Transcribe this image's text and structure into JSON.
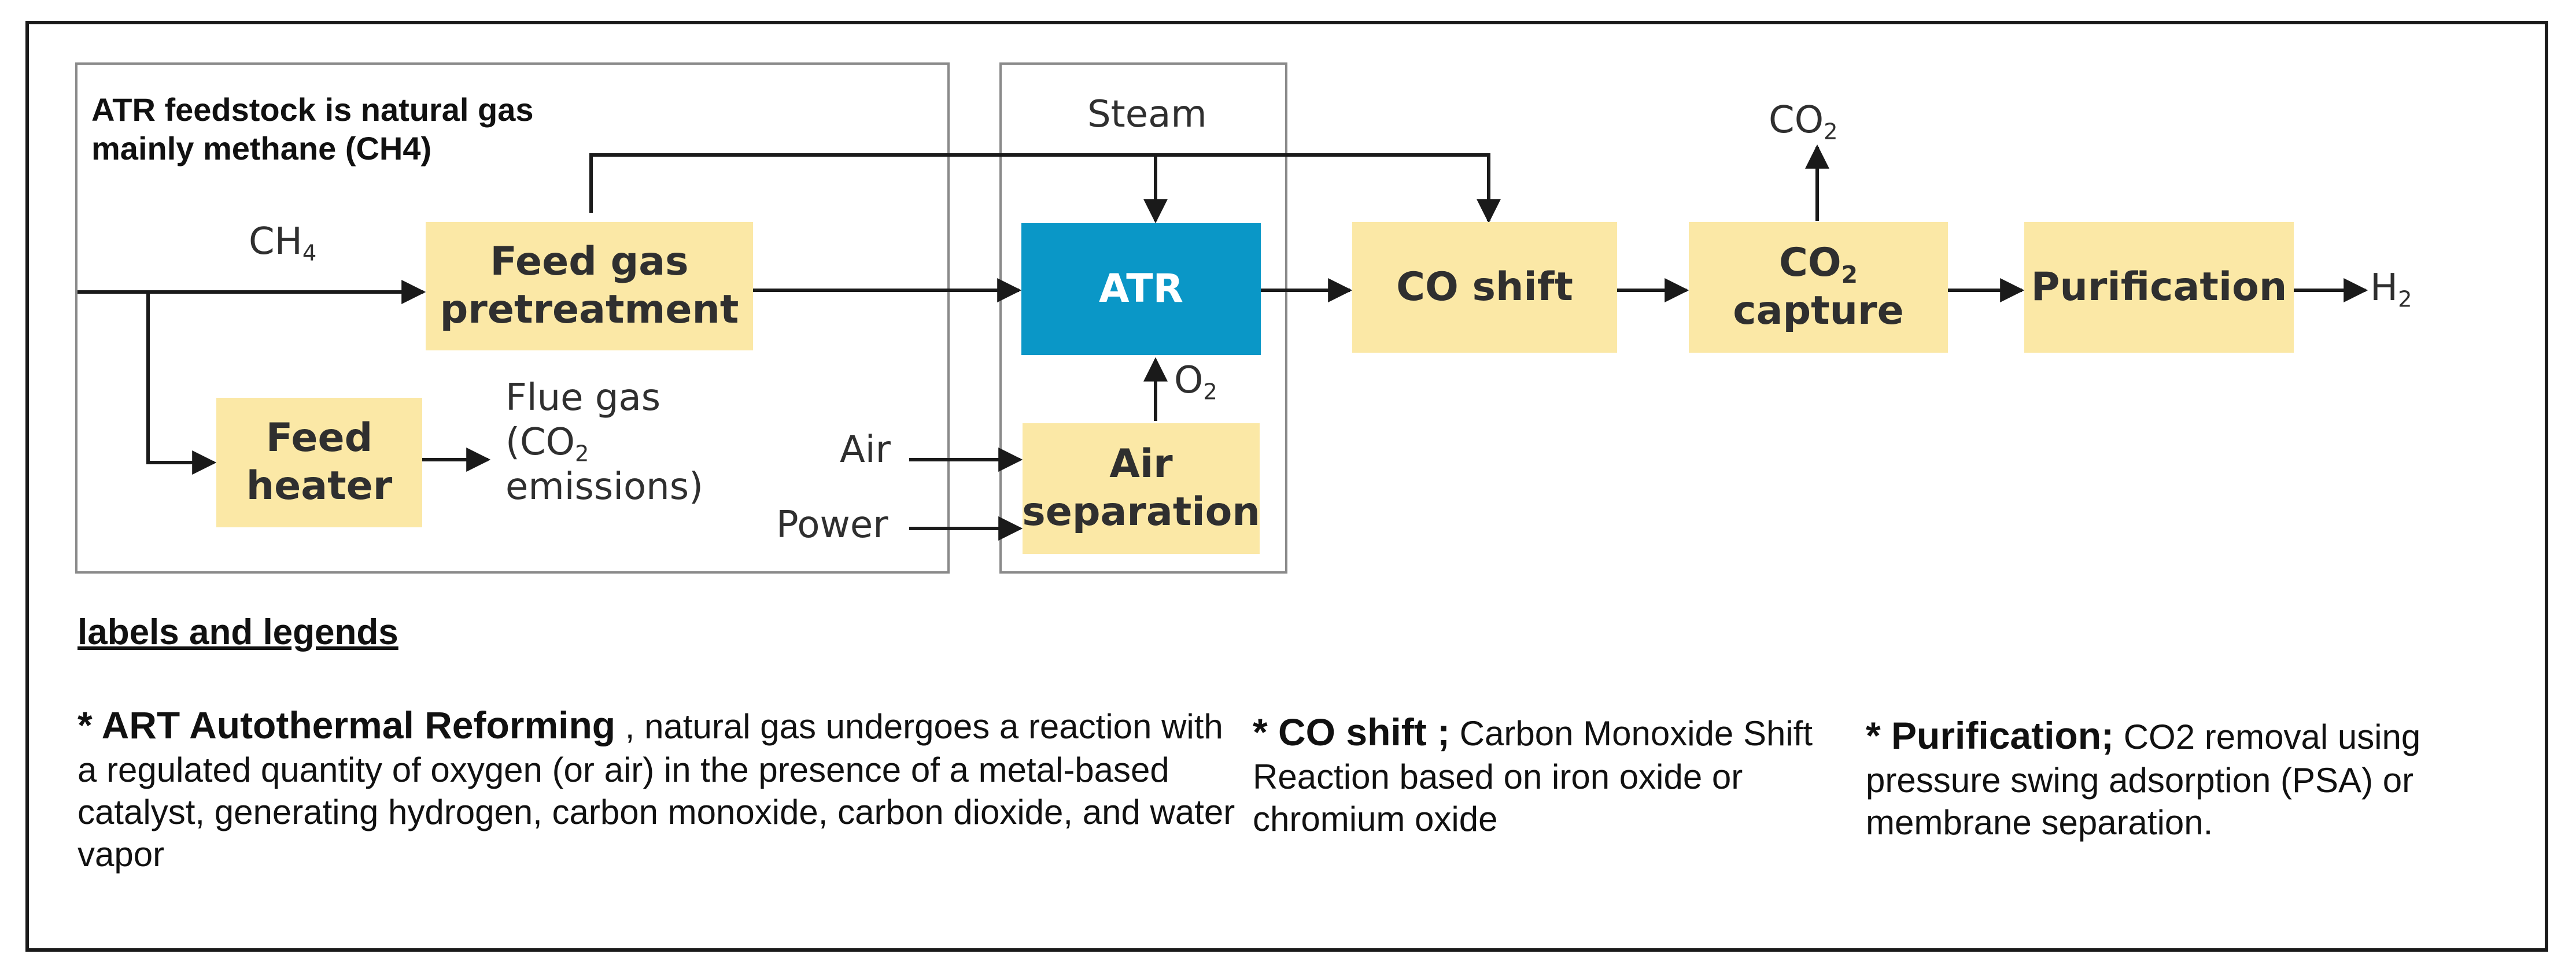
{
  "note": "ATR feedstock is natural gas mainly methane (CH4)",
  "labels": {
    "steam": "Steam",
    "ch4_main": "CH",
    "ch4_sub": "4",
    "co2_top_main": "CO",
    "co2_top_sub": "2",
    "o2_main": "O",
    "o2_sub": "2",
    "air": "Air",
    "power": "Power",
    "h2_main": "H",
    "h2_sub": "2",
    "flue_line1": "Flue gas",
    "flue_line2_a": "(CO",
    "flue_line2_sub": "2",
    "flue_line3": "emissions)"
  },
  "boxes": {
    "feed_gas_line1": "Feed gas",
    "feed_gas_line2": "pretreatment",
    "feed_heater_line1": "Feed",
    "feed_heater_line2": "heater",
    "atr": "ATR",
    "air_sep_line1": "Air",
    "air_sep_line2": "separation",
    "co_shift": "CO shift",
    "co2_capture_main": "CO",
    "co2_capture_sub": "2",
    "co2_capture_line2": "capture",
    "purification": "Purification"
  },
  "legend": {
    "title": "labels and legends",
    "atr_bold": "* ART Autothermal Reforming",
    "atr_text": " , natural gas undergoes a reaction with a regulated quantity of oxygen (or air) in the presence of a metal-based catalyst, generating hydrogen, carbon monoxide, carbon dioxide, and water vapor",
    "shift_bold": "* CO shift ;",
    "shift_text": " Carbon Monoxide Shift Reaction  based on iron oxide or chromium oxide",
    "purif_bold": "* Purification;",
    "purif_text": " CO2 removal using pressure swing adsorption (PSA) or membrane separation."
  },
  "colors": {
    "process_box": "#fbe8a6",
    "atr_box": "#0a97c7",
    "group_border": "#8a8a8a",
    "frame_border": "#1a1a1a"
  }
}
